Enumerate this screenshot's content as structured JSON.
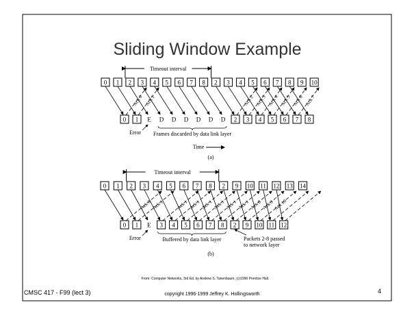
{
  "slide": {
    "title": "Sliding Window Example",
    "page_number": "4",
    "course": "CMSC 417 - F99  (lect 3)",
    "copyright": "copyright 1996-1999 Jeffrey K. Hollingsworth",
    "source": "From: Computer Networks, 3rd Ed. by Andrew S. Tanenbaum, (c)1996 Prentice Hall."
  },
  "diagram_a": {
    "timeout_label": "Timeout interval",
    "top": [
      "0",
      "1",
      "2",
      "3",
      "4",
      "5",
      "6",
      "7",
      "8",
      "2",
      "3",
      "4",
      "5",
      "6",
      "7",
      "8",
      "9",
      "10"
    ],
    "bottom": [
      "0",
      "1",
      "E",
      "D",
      "D",
      "D",
      "D",
      "D",
      "D",
      "2",
      "3",
      "4",
      "5",
      "6",
      "7",
      "8"
    ],
    "acks": [
      {
        "from": 0,
        "label": "Ack 0"
      },
      {
        "from": 1,
        "label": "Ack 1"
      },
      {
        "from": 9,
        "label": "Ack 2"
      },
      {
        "from": 10,
        "label": "Ack 3"
      },
      {
        "from": 11,
        "label": "Ack 4"
      },
      {
        "from": 12,
        "label": "Ack 5"
      },
      {
        "from": 13,
        "label": "Ack 6"
      },
      {
        "from": 14,
        "label": "Ack 7"
      }
    ],
    "error_label": "Error",
    "brace_label": "Frames discarded by data link layer",
    "time_label": "Time",
    "caption": "(a)"
  },
  "diagram_b": {
    "timeout_label": "Timeout interval",
    "top": [
      "0",
      "1",
      "2",
      "3",
      "4",
      "5",
      "6",
      "7",
      "8",
      "2",
      "9",
      "10",
      "11",
      "12",
      "13",
      "14"
    ],
    "bottom": [
      "0",
      "1",
      "E",
      "3",
      "4",
      "5",
      "6",
      "7",
      "8",
      "2",
      "9",
      "10",
      "11",
      "12"
    ],
    "acks": [
      {
        "from": 0,
        "label": "Ack 0"
      },
      {
        "from": 1,
        "label": "Ack 1"
      },
      {
        "from": 3,
        "label": "Ack 1"
      },
      {
        "from": 4,
        "label": "Ack 1"
      },
      {
        "from": 5,
        "label": "Ack 1"
      },
      {
        "from": 6,
        "label": "Ack 1"
      },
      {
        "from": 7,
        "label": "Ack 1"
      },
      {
        "from": 8,
        "label": "Ack 1"
      },
      {
        "from": 9,
        "label": "Ack 8"
      },
      {
        "from": 10,
        "label": "Ack 9"
      },
      {
        "from": 11,
        "label": "Ack 10"
      },
      {
        "from": 12,
        "label": ""
      },
      {
        "from": 13,
        "label": ""
      }
    ],
    "error_label": "Error",
    "brace_label": "Buffered by data link layer",
    "passed_label_1": "Packets 2-8 passed",
    "passed_label_2": "to network layer",
    "caption": "(b)"
  }
}
